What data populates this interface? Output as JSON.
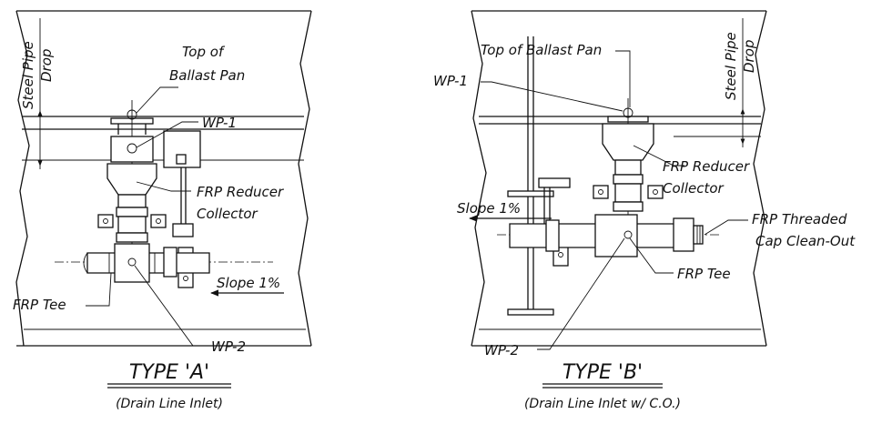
{
  "type_a": {
    "title": "TYPE 'A'",
    "subtitle": "(Drain Line Inlet)",
    "labels": {
      "steel_pipe_drop_1": "Steel Pipe",
      "steel_pipe_drop_2": "Drop",
      "top_of_ballast_pan_1": "Top of",
      "top_of_ballast_pan_2": "Ballast Pan",
      "wp1": "WP-1",
      "frp_reducer": "FRP Reducer",
      "collector": "Collector",
      "slope": "Slope 1%",
      "frp_tee": "FRP Tee",
      "wp2": "WP-2"
    }
  },
  "type_b": {
    "title": "TYPE 'B'",
    "subtitle": "(Drain Line Inlet w/ C.O.)",
    "labels": {
      "steel_pipe_drop_1": "Steel Pipe",
      "steel_pipe_drop_2": "Drop",
      "top_of_ballast_pan": "Top of Ballast Pan",
      "wp1": "WP-1",
      "frp_reducer": "FRP Reducer",
      "collector": "Collector",
      "slope": "Slope 1%",
      "frp_threaded_1": "FRP Threaded",
      "frp_threaded_2": "Cap Clean-Out",
      "frp_tee": "FRP Tee",
      "wp2": "WP-2"
    }
  }
}
